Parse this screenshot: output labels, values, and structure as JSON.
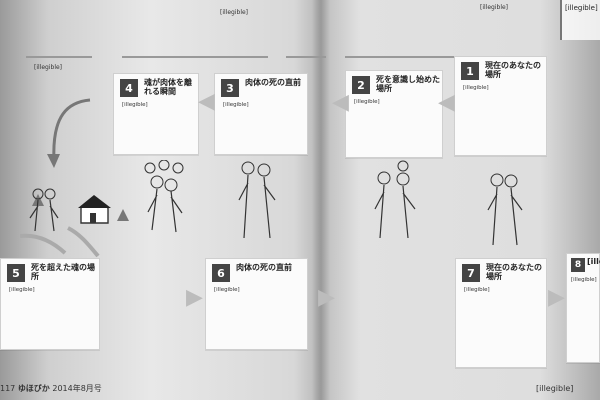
{
  "header": {
    "left_top_text": "[illegible]",
    "mid_top_text": "[illegible]",
    "right_top_text": "[illegible]",
    "tab_label": "[illegible]"
  },
  "steps": [
    {
      "number": "1",
      "title": "現在のあなたの場所",
      "body": "[illegible]"
    },
    {
      "number": "2",
      "title": "死を意識し始めた場所",
      "body": "[illegible]"
    },
    {
      "number": "3",
      "title": "肉体の死の直前",
      "body": "[illegible]"
    },
    {
      "number": "4",
      "title": "魂が肉体を離れる瞬間",
      "body": "[illegible]"
    },
    {
      "number": "5",
      "title": "死を超えた魂の場所",
      "body": "[illegible]"
    },
    {
      "number": "6",
      "title": "肉体の死の直前",
      "body": "[illegible]"
    },
    {
      "number": "7",
      "title": "現在のあなたの場所",
      "body": "[illegible]"
    },
    {
      "number": "8",
      "title": "[illegible]",
      "body": "[illegible]"
    }
  ],
  "footer": {
    "left": "117 ",
    "left_date": "2014年8月号",
    "right": "[illegible]"
  }
}
